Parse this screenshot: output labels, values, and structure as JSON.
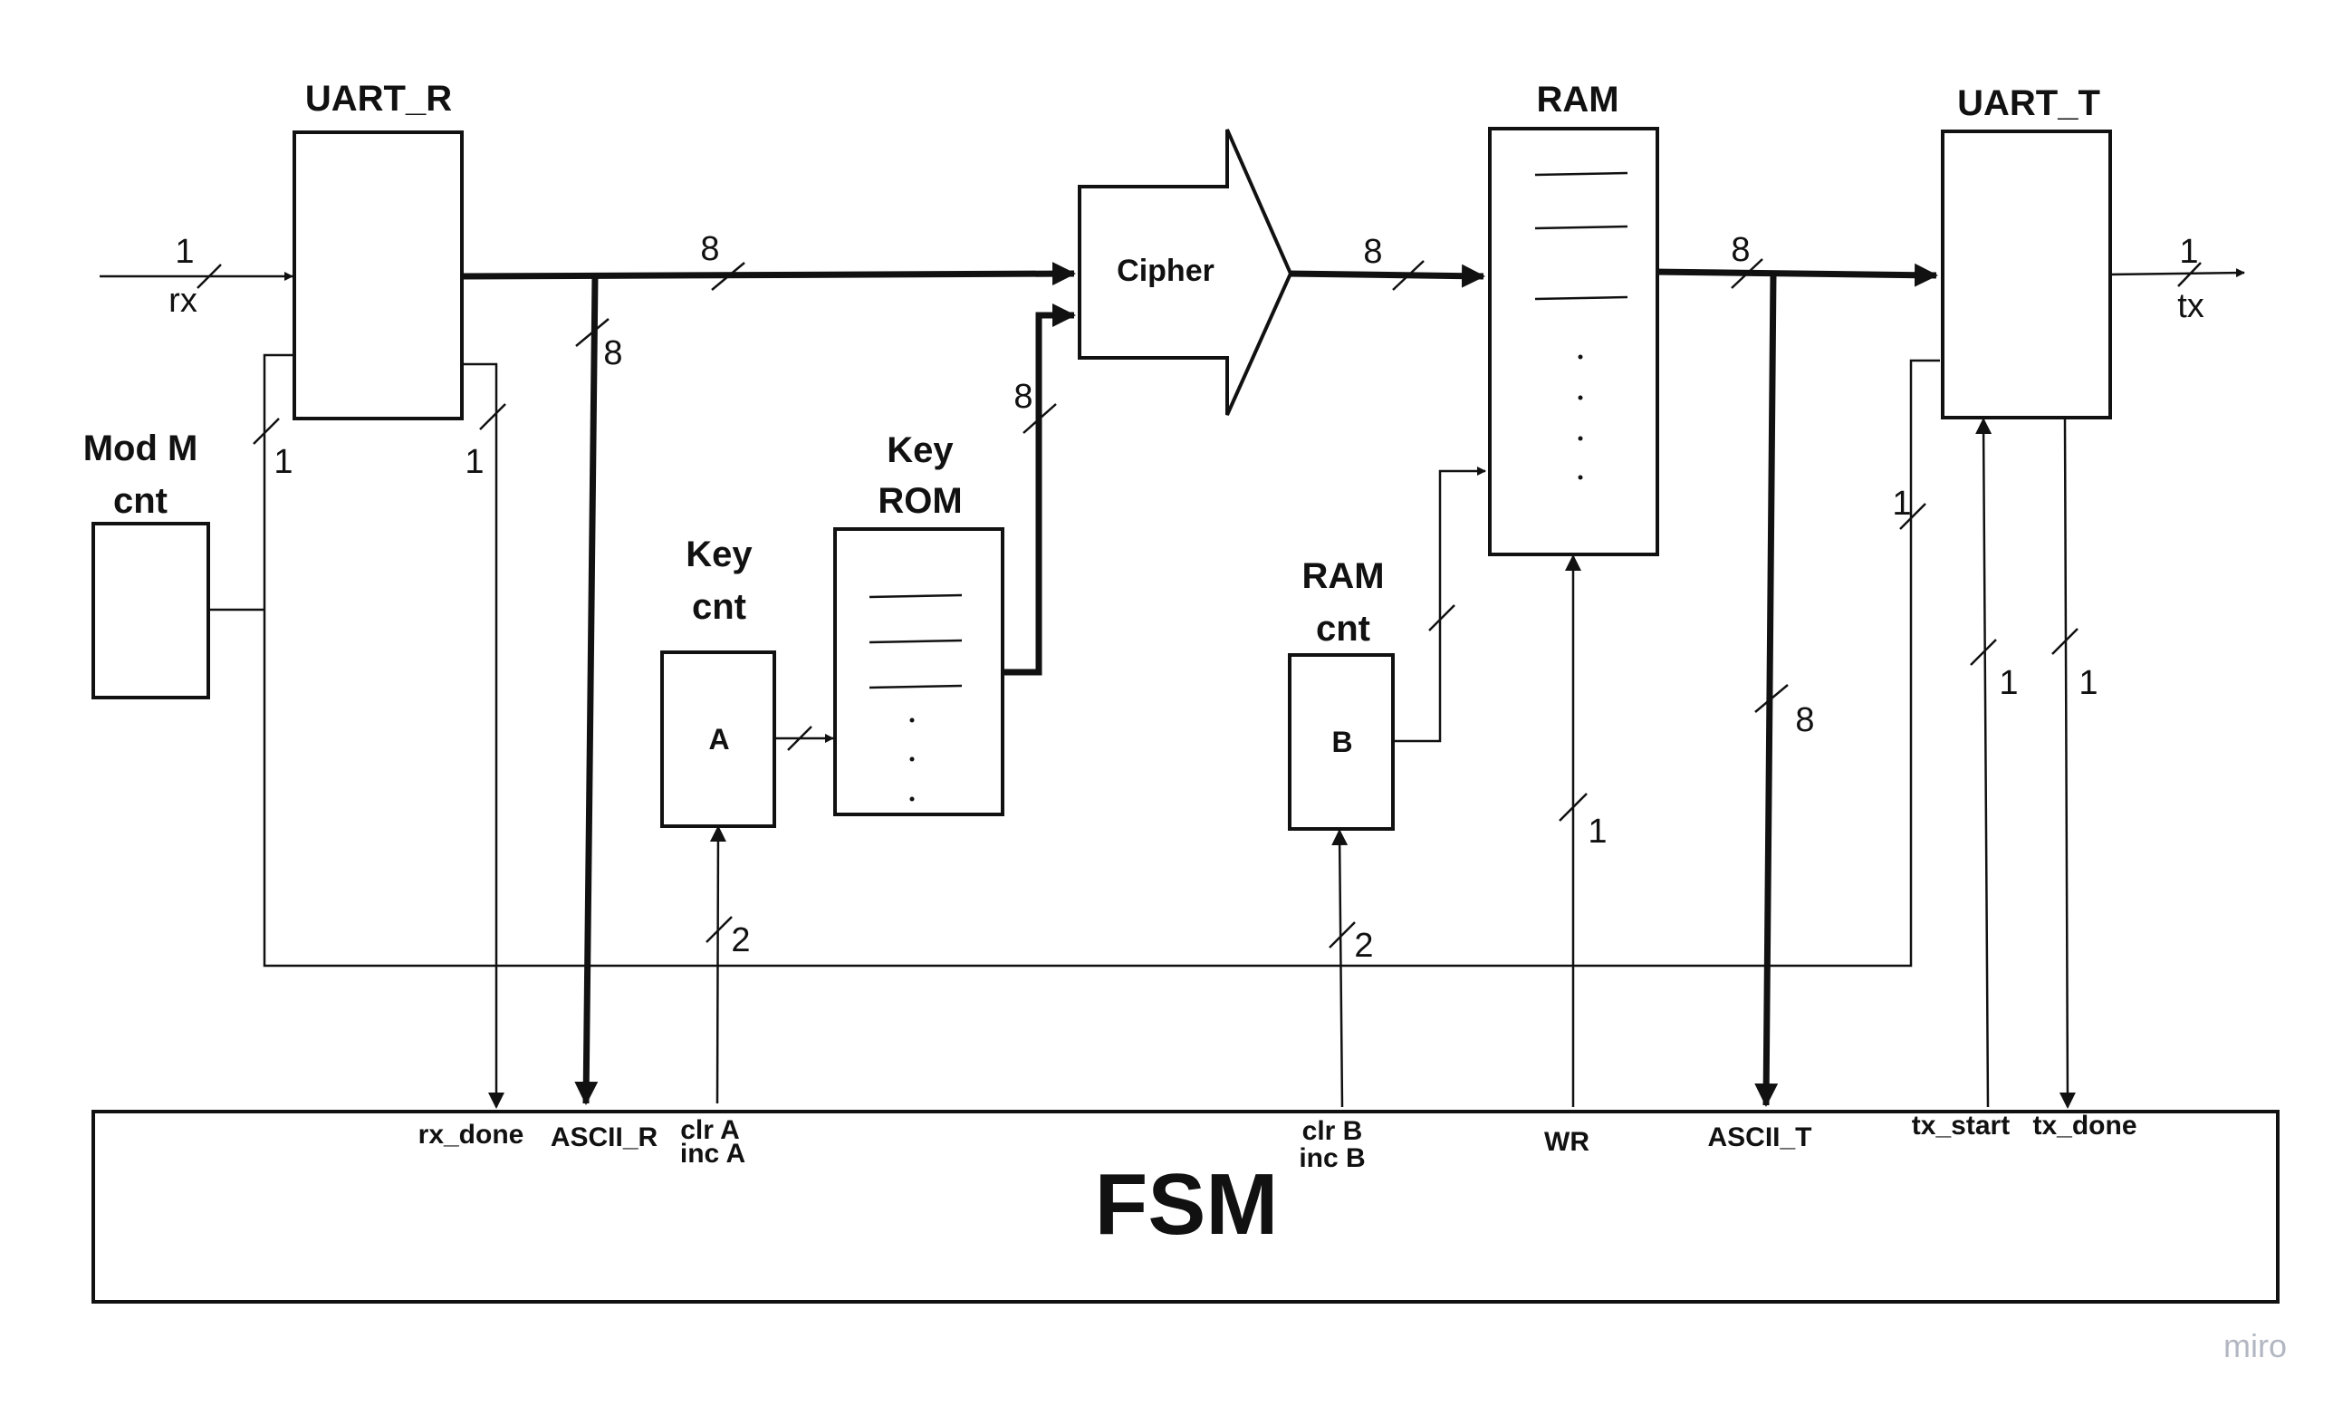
{
  "blocks": {
    "uart_r": "UART_R",
    "uart_t": "UART_T",
    "ram": "RAM",
    "mod_m_line1": "Mod M",
    "mod_m_line2": "cnt",
    "key_cnt_line1": "Key",
    "key_cnt_line2": "cnt",
    "key_rom_line1": "Key",
    "key_rom_line2": "ROM",
    "ram_cnt_line1": "RAM",
    "ram_cnt_line2": "cnt",
    "cipher": "Cipher",
    "fsm": "FSM",
    "key_cnt_inner": "A",
    "ram_cnt_inner": "B"
  },
  "io": {
    "rx": "rx",
    "tx": "tx"
  },
  "widths": {
    "rx": "1",
    "tx": "1",
    "uart_r_out": "8",
    "ascii_r": "8",
    "rom_out": "8",
    "cipher_out": "8",
    "ram_out": "8",
    "ascii_t": "8",
    "tick_left": "1",
    "rx_done": "1",
    "tick_right": "1",
    "key_ctrl": "2",
    "ram_ctrl": "2",
    "wr": "1",
    "tx_start": "1",
    "tx_done": "1"
  },
  "fsm_ports": {
    "rx_done": "rx_done",
    "ascii_r": "ASCII_R",
    "clr_a": "clr A",
    "inc_a": "inc A",
    "clr_b": "clr B",
    "inc_b": "inc B",
    "wr": "WR",
    "ascii_t": "ASCII_T",
    "tx_start": "tx_start",
    "tx_done": "tx_done"
  },
  "watermark": "miro"
}
